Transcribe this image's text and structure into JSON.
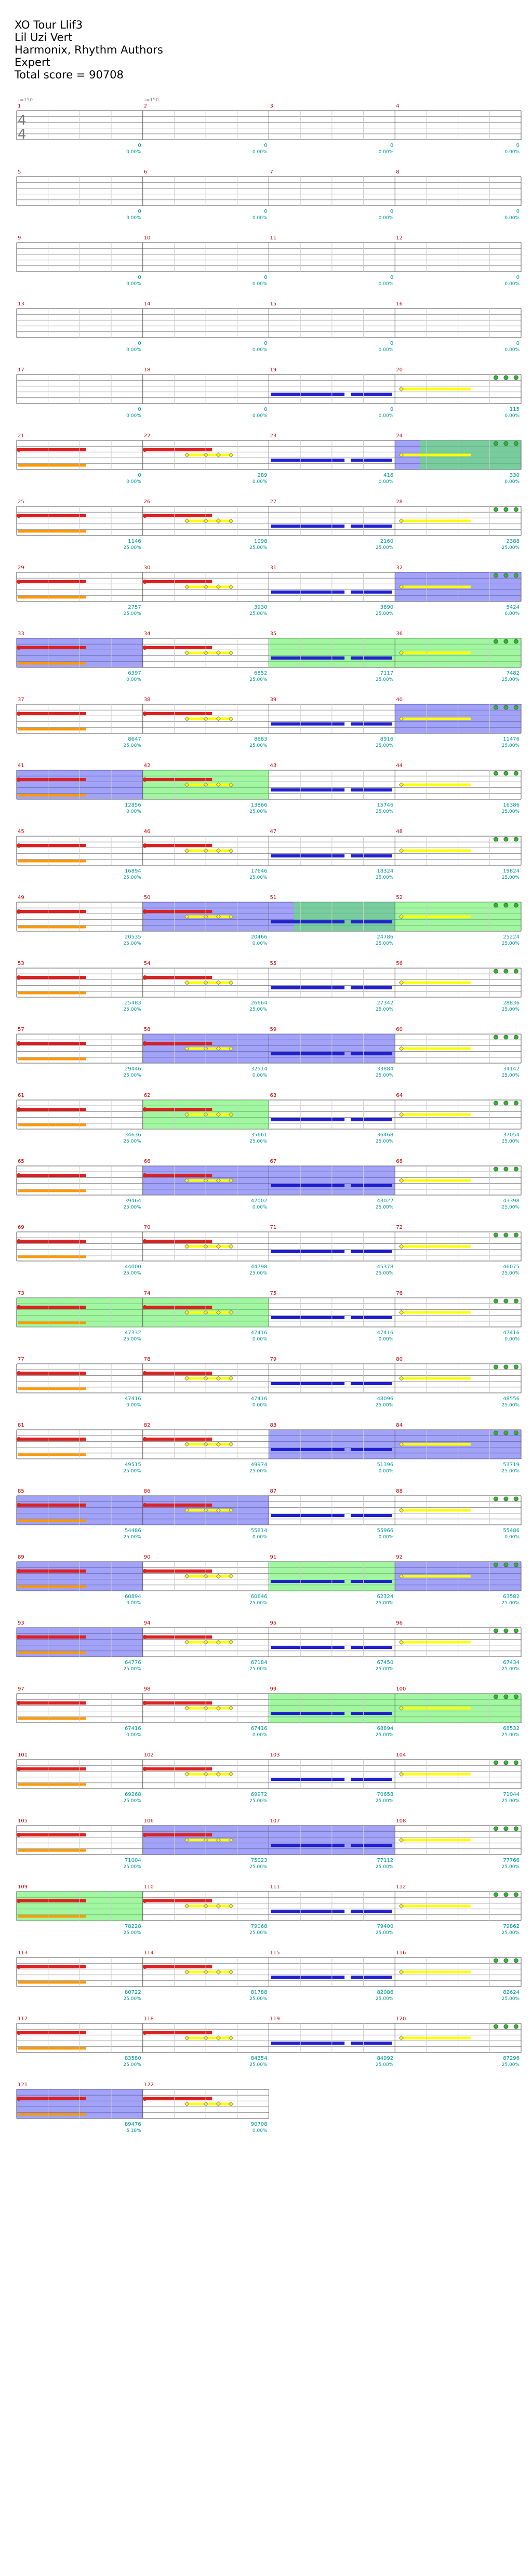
{
  "header": {
    "title": "XO Tour Llif3",
    "artist": "Lil Uzi Vert",
    "charter": "Harmonix, Rhythm Authors",
    "difficulty": "Expert",
    "total_score": "Total score = 90708"
  },
  "time_signature": {
    "top": "4",
    "bottom": "4"
  },
  "tempo_markers": [
    {
      "measure": 1,
      "label": "♩=150"
    },
    {
      "measure": 2,
      "label": "♩=150"
    }
  ],
  "colors": {
    "staff_line": "#888888",
    "staff_border": "#555555",
    "measure_number": "#cc0000",
    "score_text": "#009999",
    "red_note": "#e02020",
    "yellow_note": "#ffff00",
    "blue_note": "#2020d0",
    "green_note": "#20c020",
    "orange_note": "#ff9900",
    "solo_fill": "#5555ee",
    "overdrive_fill": "#55ee55"
  },
  "chart_data": {
    "type": "rhythm-game-chart",
    "measures": [
      {
        "n": 1,
        "score": "0",
        "pct": "0.00%"
      },
      {
        "n": 2,
        "score": "0",
        "pct": "0.00%"
      },
      {
        "n": 3,
        "score": "0",
        "pct": "0.00%"
      },
      {
        "n": 4,
        "score": "0",
        "pct": "0.00%"
      },
      {
        "n": 5,
        "score": "0",
        "pct": "0.00%"
      },
      {
        "n": 6,
        "score": "0",
        "pct": "0.00%"
      },
      {
        "n": 7,
        "score": "0",
        "pct": "0.00%"
      },
      {
        "n": 8,
        "score": "0",
        "pct": "0.00%"
      },
      {
        "n": 9,
        "score": "0",
        "pct": "0.00%"
      },
      {
        "n": 10,
        "score": "0",
        "pct": "0.00%"
      },
      {
        "n": 11,
        "score": "0",
        "pct": "0.00%"
      },
      {
        "n": 12,
        "score": "0",
        "pct": "0.00%"
      },
      {
        "n": 13,
        "score": "0",
        "pct": "0.00%"
      },
      {
        "n": 14,
        "score": "0",
        "pct": "0.00%"
      },
      {
        "n": 15,
        "score": "0",
        "pct": "0.00%"
      },
      {
        "n": 16,
        "score": "0",
        "pct": "0.00%"
      },
      {
        "n": 17,
        "score": "0",
        "pct": "0.00%"
      },
      {
        "n": 18,
        "score": "0",
        "pct": "0.00%"
      },
      {
        "n": 19,
        "score": "0",
        "pct": "0.00%"
      },
      {
        "n": 20,
        "score": "115",
        "pct": "0.00%"
      },
      {
        "n": 21,
        "score": "0",
        "pct": "0.00%"
      },
      {
        "n": 22,
        "score": "289",
        "pct": "0.00%"
      },
      {
        "n": 23,
        "score": "416",
        "pct": "0.00%"
      },
      {
        "n": 24,
        "score": "330",
        "pct": "0.00%"
      },
      {
        "n": 25,
        "score": "1146",
        "pct": "25.00%"
      },
      {
        "n": 26,
        "score": "1098",
        "pct": "25.00%"
      },
      {
        "n": 27,
        "score": "2160",
        "pct": "25.00%"
      },
      {
        "n": 28,
        "score": "2388",
        "pct": "25.00%"
      },
      {
        "n": 29,
        "score": "2757",
        "pct": "25.00%"
      },
      {
        "n": 30,
        "score": "3930",
        "pct": "25.00%"
      },
      {
        "n": 31,
        "score": "3890",
        "pct": "25.00%"
      },
      {
        "n": 32,
        "score": "5424",
        "pct": "0.00%"
      },
      {
        "n": 33,
        "score": "6397",
        "pct": "0.00%"
      },
      {
        "n": 34,
        "score": "6852",
        "pct": "25.00%"
      },
      {
        "n": 35,
        "score": "7117",
        "pct": "25.00%"
      },
      {
        "n": 36,
        "score": "7482",
        "pct": "25.00%"
      },
      {
        "n": 37,
        "score": "8647",
        "pct": "25.00%"
      },
      {
        "n": 38,
        "score": "8683",
        "pct": "25.00%"
      },
      {
        "n": 39,
        "score": "8916",
        "pct": "25.00%"
      },
      {
        "n": 40,
        "score": "11476",
        "pct": "25.00%"
      },
      {
        "n": 41,
        "score": "12856",
        "pct": "0.00%"
      },
      {
        "n": 42,
        "score": "13866",
        "pct": "25.00%"
      },
      {
        "n": 43,
        "score": "15746",
        "pct": "25.00%"
      },
      {
        "n": 44,
        "score": "16386",
        "pct": "25.00%"
      },
      {
        "n": 45,
        "score": "16894",
        "pct": "25.00%"
      },
      {
        "n": 46,
        "score": "17646",
        "pct": "25.00%"
      },
      {
        "n": 47,
        "score": "18324",
        "pct": "25.00%"
      },
      {
        "n": 48,
        "score": "19824",
        "pct": "25.00%"
      },
      {
        "n": 49,
        "score": "20535",
        "pct": "25.00%"
      },
      {
        "n": 50,
        "score": "20466",
        "pct": "0.00%"
      },
      {
        "n": 51,
        "score": "24786",
        "pct": "25.00%"
      },
      {
        "n": 52,
        "score": "25224",
        "pct": "25.00%"
      },
      {
        "n": 53,
        "score": "25483",
        "pct": "25.00%"
      },
      {
        "n": 54,
        "score": "26664",
        "pct": "25.00%"
      },
      {
        "n": 55,
        "score": "27342",
        "pct": "25.00%"
      },
      {
        "n": 56,
        "score": "28836",
        "pct": "25.00%"
      },
      {
        "n": 57,
        "score": "29446",
        "pct": "25.00%"
      },
      {
        "n": 58,
        "score": "32514",
        "pct": "0.00%"
      },
      {
        "n": 59,
        "score": "33884",
        "pct": "25.00%"
      },
      {
        "n": 60,
        "score": "34142",
        "pct": "25.00%"
      },
      {
        "n": 61,
        "score": "34636",
        "pct": "25.00%"
      },
      {
        "n": 62,
        "score": "35661",
        "pct": "25.00%"
      },
      {
        "n": 63,
        "score": "36468",
        "pct": "25.00%"
      },
      {
        "n": 64,
        "score": "37054",
        "pct": "25.00%"
      },
      {
        "n": 65,
        "score": "39464",
        "pct": "25.00%"
      },
      {
        "n": 66,
        "score": "42002",
        "pct": "0.00%"
      },
      {
        "n": 67,
        "score": "43022",
        "pct": "25.00%"
      },
      {
        "n": 68,
        "score": "43398",
        "pct": "25.00%"
      },
      {
        "n": 69,
        "score": "44000",
        "pct": "25.00%"
      },
      {
        "n": 70,
        "score": "44798",
        "pct": "25.00%"
      },
      {
        "n": 71,
        "score": "45378",
        "pct": "25.00%"
      },
      {
        "n": 72,
        "score": "46075",
        "pct": "25.00%"
      },
      {
        "n": 73,
        "score": "47332",
        "pct": "25.00%"
      },
      {
        "n": 74,
        "score": "47416",
        "pct": "0.00%"
      },
      {
        "n": 75,
        "score": "47416",
        "pct": "0.00%"
      },
      {
        "n": 76,
        "score": "47416",
        "pct": "0.00%"
      },
      {
        "n": 77,
        "score": "47416",
        "pct": "0.00%"
      },
      {
        "n": 78,
        "score": "47416",
        "pct": "0.00%"
      },
      {
        "n": 79,
        "score": "48096",
        "pct": "25.00%"
      },
      {
        "n": 80,
        "score": "48556",
        "pct": "25.00%"
      },
      {
        "n": 81,
        "score": "49515",
        "pct": "25.00%"
      },
      {
        "n": 82,
        "score": "49974",
        "pct": "25.00%"
      },
      {
        "n": 83,
        "score": "51396",
        "pct": "0.00%"
      },
      {
        "n": 84,
        "score": "53719",
        "pct": "25.00%"
      },
      {
        "n": 85,
        "score": "54486",
        "pct": "25.00%"
      },
      {
        "n": 86,
        "score": "55814",
        "pct": "0.00%"
      },
      {
        "n": 87,
        "score": "55966",
        "pct": "0.00%"
      },
      {
        "n": 88,
        "score": "55486",
        "pct": "0.00%"
      },
      {
        "n": 89,
        "score": "60894",
        "pct": "0.00%"
      },
      {
        "n": 90,
        "score": "60646",
        "pct": "25.00%"
      },
      {
        "n": 91,
        "score": "62324",
        "pct": "25.00%"
      },
      {
        "n": 92,
        "score": "63582",
        "pct": "25.00%"
      },
      {
        "n": 93,
        "score": "64776",
        "pct": "25.00%"
      },
      {
        "n": 94,
        "score": "67184",
        "pct": "25.00%"
      },
      {
        "n": 95,
        "score": "67450",
        "pct": "25.00%"
      },
      {
        "n": 96,
        "score": "67434",
        "pct": "25.00%"
      },
      {
        "n": 97,
        "score": "67416",
        "pct": "0.00%"
      },
      {
        "n": 98,
        "score": "67416",
        "pct": "0.00%"
      },
      {
        "n": 99,
        "score": "68894",
        "pct": "25.00%"
      },
      {
        "n": 100,
        "score": "68532",
        "pct": "25.00%"
      },
      {
        "n": 101,
        "score": "69268",
        "pct": "25.00%"
      },
      {
        "n": 102,
        "score": "69972",
        "pct": "25.00%"
      },
      {
        "n": 103,
        "score": "70658",
        "pct": "25.00%"
      },
      {
        "n": 104,
        "score": "71044",
        "pct": "25.00%"
      },
      {
        "n": 105,
        "score": "71004",
        "pct": "25.00%"
      },
      {
        "n": 106,
        "score": "75023",
        "pct": "25.00%"
      },
      {
        "n": 107,
        "score": "77112",
        "pct": "25.00%"
      },
      {
        "n": 108,
        "score": "77766",
        "pct": "25.00%"
      },
      {
        "n": 109,
        "score": "78228",
        "pct": "25.00%"
      },
      {
        "n": 110,
        "score": "79068",
        "pct": "25.00%"
      },
      {
        "n": 111,
        "score": "79400",
        "pct": "25.00%"
      },
      {
        "n": 112,
        "score": "79862",
        "pct": "25.00%"
      },
      {
        "n": 113,
        "score": "80722",
        "pct": "25.00%"
      },
      {
        "n": 114,
        "score": "81788",
        "pct": "25.00%"
      },
      {
        "n": 115,
        "score": "82086",
        "pct": "25.00%"
      },
      {
        "n": 116,
        "score": "82624",
        "pct": "25.00%"
      },
      {
        "n": 117,
        "score": "83580",
        "pct": "25.00%"
      },
      {
        "n": 118,
        "score": "84354",
        "pct": "25.00%"
      },
      {
        "n": 119,
        "score": "84992",
        "pct": "25.00%"
      },
      {
        "n": 120,
        "score": "87296",
        "pct": "25.00%"
      },
      {
        "n": 121,
        "score": "89476",
        "pct": "5.18%"
      },
      {
        "n": 122,
        "score": "90708",
        "pct": "0.00%"
      }
    ]
  }
}
